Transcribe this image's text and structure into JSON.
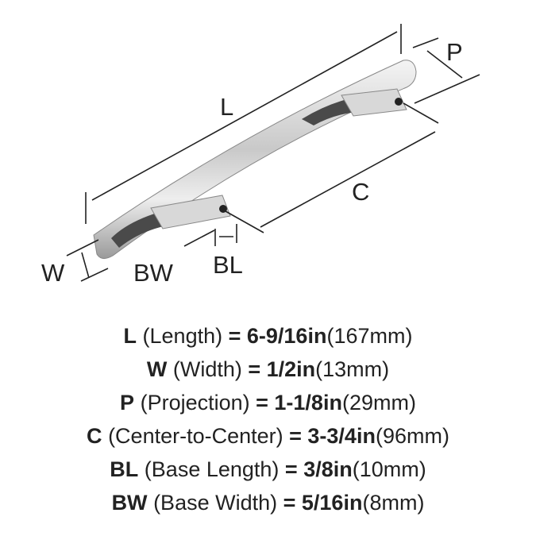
{
  "diagram": {
    "labels": {
      "L": "L",
      "P": "P",
      "C": "C",
      "W": "W",
      "BW": "BW",
      "BL": "BL"
    }
  },
  "specs": [
    {
      "code": "L",
      "name": "(Length)",
      "value": "= 6-9/16in",
      "metric": "(167mm)"
    },
    {
      "code": "W",
      "name": "(Width)",
      "value": "= 1/2in",
      "metric": "(13mm)"
    },
    {
      "code": "P",
      "name": "(Projection)",
      "value": "= 1-1/8in",
      "metric": "(29mm)"
    },
    {
      "code": "C",
      "name": "(Center-to-Center)",
      "value": "= 3-3/4in",
      "metric": "(96mm)"
    },
    {
      "code": "BL",
      "name": "(Base Length)",
      "value": "= 3/8in",
      "metric": "(10mm)"
    },
    {
      "code": "BW",
      "name": "(Base Width)",
      "value": "= 5/16in",
      "metric": "(8mm)"
    }
  ]
}
